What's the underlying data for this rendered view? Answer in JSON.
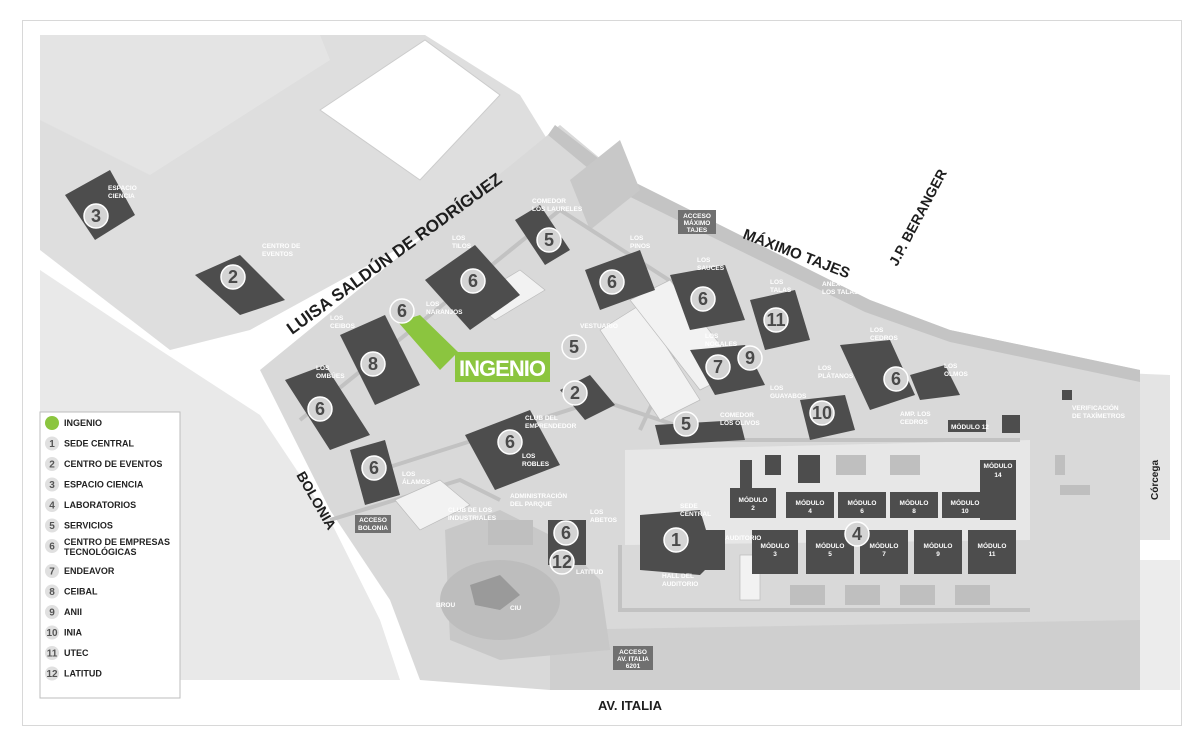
{
  "streets": {
    "luisa": "LUISA SALDÚN DE RODRÍGUEZ",
    "maximo": "MÁXIMO TAJES",
    "beranger": "J.P. BERANGER",
    "bolonia": "BOLONIA",
    "italia": "AV. ITALIA",
    "corcega": "Córcega"
  },
  "accesses": {
    "maximo": [
      "ACCESO",
      "MÁXIMO",
      "TAJES"
    ],
    "bolonia": [
      "ACCESO",
      "BOLONIA"
    ],
    "italia": [
      "ACCESO",
      "AV. ITALIA",
      "6201"
    ]
  },
  "brand": {
    "logo": "INGENIO",
    "color": "#8bc53f"
  },
  "colors": {
    "building": "#4d4d4d",
    "ground": "#d9d9d9",
    "path": "#c6c6c6"
  },
  "buildings": {
    "espacio_ciencia": [
      "ESPACIO",
      "CIENCIA"
    ],
    "centro_eventos": [
      "CENTRO DE",
      "EVENTOS"
    ],
    "laureles": [
      "COMEDOR",
      "LOS LAURELES"
    ],
    "tilos": [
      "LOS",
      "TILOS"
    ],
    "pinos": [
      "LOS",
      "PINOS"
    ],
    "sauces": [
      "LOS",
      "SAUCES"
    ],
    "talas": [
      "LOS",
      "TALAS"
    ],
    "anexo_talas": [
      "ANEXO DE",
      "LOS TALAS"
    ],
    "naranjos": [
      "LOS",
      "NARANJOS"
    ],
    "ceibos": [
      "LOS",
      "CEIBOS"
    ],
    "ombues": [
      "LOS",
      "OMBÚES"
    ],
    "vestuario": "VESTUARIO",
    "nogales": [
      "LOS",
      "NOGALES"
    ],
    "cedros": [
      "LOS",
      "CEDROS"
    ],
    "olmos": [
      "LOS",
      "OLMOS"
    ],
    "platanos": [
      "LOS",
      "PLÁTANOS"
    ],
    "guayabos": [
      "LOS",
      "GUAYABOS"
    ],
    "amp_cedros": [
      "AMP. LOS",
      "CEDROS"
    ],
    "olivos": [
      "COMEDOR",
      "LOS OLIVOS"
    ],
    "club_emprendedor": [
      "CLUB DEL",
      "EMPRENDEDOR"
    ],
    "robles": [
      "LOS",
      "ROBLES"
    ],
    "alamos": [
      "LOS",
      "ÁLAMOS"
    ],
    "administracion": [
      "ADMINISTRACIÓN",
      "DEL PARQUE"
    ],
    "club_industriales": [
      "CLUB DE LOS",
      "INDUSTRIALES"
    ],
    "abetos": [
      "LOS",
      "ABETOS"
    ],
    "sede_central": [
      "SEDE",
      "CENTRAL"
    ],
    "auditorio": "AUDITORIO",
    "hall_auditorio": [
      "HALL DEL",
      "AUDITORIO"
    ],
    "latitud": "LATITUD",
    "brou": "BROU",
    "ciu": "CIU",
    "taximetros": [
      "VERIFICACIÓN",
      "DE TAXÍMETROS"
    ],
    "modulo_12": "MÓDULO 12",
    "modulos_top": [
      [
        "MÓDULO",
        "2"
      ],
      [
        "MÓDULO",
        "4"
      ],
      [
        "MÓDULO",
        "6"
      ],
      [
        "MÓDULO",
        "8"
      ],
      [
        "MÓDULO",
        "10"
      ]
    ],
    "modulos_bottom": [
      [
        "MÓDULO",
        "3"
      ],
      [
        "MÓDULO",
        "5"
      ],
      [
        "MÓDULO",
        "7"
      ],
      [
        "MÓDULO",
        "9"
      ],
      [
        "MÓDULO",
        "11"
      ]
    ],
    "modulo_14": [
      "MÓDULO",
      "14"
    ]
  },
  "markers": {
    "m3": "3",
    "m2": "2",
    "m5a": "5",
    "m6a": "6",
    "m6b": "6",
    "m6c": "6",
    "m6d": "6",
    "m11": "11",
    "m6e": "6",
    "m8": "8",
    "m5b": "5",
    "m7": "7",
    "m9": "9",
    "m6f": "6",
    "m6g": "6",
    "m2b": "2",
    "m10": "10",
    "m5c": "5",
    "m6h": "6",
    "m6i": "6",
    "m4": "4",
    "m1": "1",
    "m6j": "6",
    "m12": "12"
  },
  "legend": {
    "items": [
      {
        "num": "",
        "label": "INGENIO",
        "color": "#8bc53f"
      },
      {
        "num": "1",
        "label": "SEDE CENTRAL"
      },
      {
        "num": "2",
        "label": "CENTRO DE EVENTOS"
      },
      {
        "num": "3",
        "label": "ESPACIO CIENCIA"
      },
      {
        "num": "4",
        "label": "LABORATORIOS"
      },
      {
        "num": "5",
        "label": "SERVICIOS"
      },
      {
        "num": "6",
        "label": "CENTRO DE EMPRESAS",
        "label2": "TECNOLÓGICAS"
      },
      {
        "num": "7",
        "label": "ENDEAVOR"
      },
      {
        "num": "8",
        "label": "CEIBAL"
      },
      {
        "num": "9",
        "label": "ANII"
      },
      {
        "num": "10",
        "label": "INIA"
      },
      {
        "num": "11",
        "label": "UTEC"
      },
      {
        "num": "12",
        "label": "LATITUD"
      }
    ]
  }
}
